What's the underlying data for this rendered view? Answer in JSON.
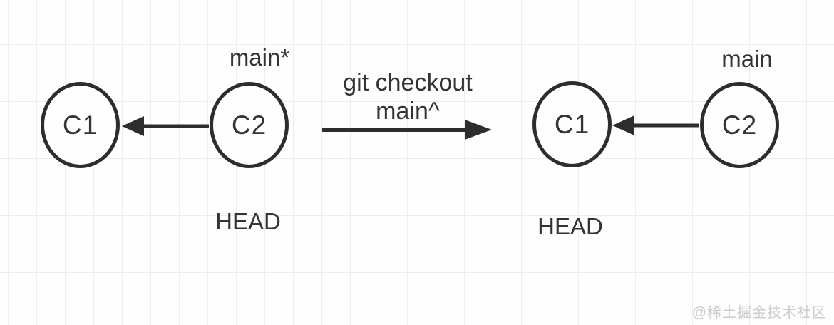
{
  "diagram": {
    "before": {
      "node_c1": "C1",
      "node_c2": "C2",
      "branch_label": "main*",
      "head_label": "HEAD"
    },
    "command": {
      "line1": "git checkout",
      "line2": "main^"
    },
    "after": {
      "node_c1": "C1",
      "node_c2": "C2",
      "branch_label": "main",
      "head_label": "HEAD"
    }
  },
  "watermark": "@稀土掘金技术社区",
  "colors": {
    "background": "#fefefe",
    "grid_line": "#ededed",
    "node_stroke": "#2d2d2d",
    "text": "#333333",
    "arrow": "#2d2d2d",
    "watermark_text": "#cccccc"
  }
}
